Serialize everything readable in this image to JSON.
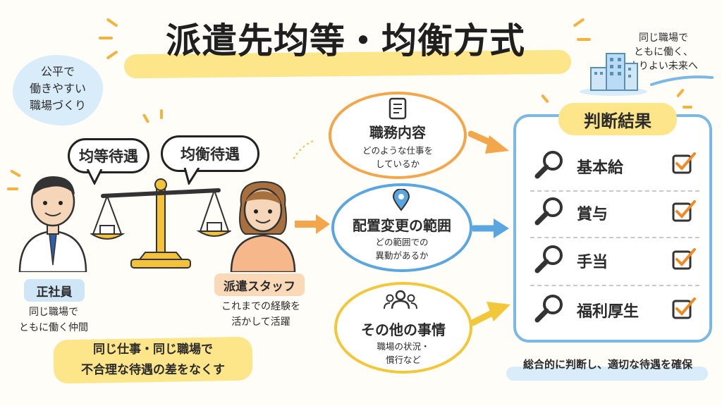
{
  "header": {
    "title": "派遣先均等・均衡方式"
  },
  "notes": {
    "top_left": [
      "公平で",
      "働きやすい",
      "職場づくり"
    ],
    "top_right": [
      "同じ職場で",
      "ともに働く、",
      "よりよい未来へ"
    ]
  },
  "left": {
    "bubble_equal": "均等待遇",
    "bubble_balanced": "均衡待遇",
    "regular": {
      "label": "正社員",
      "desc": [
        "同じ職場で",
        "ともに働く仲間"
      ]
    },
    "dispatch": {
      "label": "派遣スタッフ",
      "desc": [
        "これまでの経験を",
        "活かして活躍"
      ]
    },
    "bottom_message": [
      "同じ仕事・同じ職場で",
      "不合理な待遇の差をなくす"
    ]
  },
  "factors": [
    {
      "title": "職務内容",
      "desc": [
        "どのような仕事を",
        "しているか"
      ],
      "color": "#f4a64a",
      "icon": "document-icon"
    },
    {
      "title": "配置変更の範囲",
      "desc": [
        "どの範囲での",
        "異動があるか"
      ],
      "color": "#5aa6e0",
      "icon": "location-pin-icon"
    },
    {
      "title": "その他の事情",
      "desc": [
        "職場の状況・",
        "慣行など"
      ],
      "color": "#f3c73a",
      "icon": "people-icon"
    }
  ],
  "result": {
    "title": "判断結果",
    "items": [
      "基本給",
      "賞与",
      "手当",
      "福利厚生"
    ],
    "footer": "総合的に判断し、適切な待遇を確保"
  },
  "colors": {
    "accent_yellow": "#fde58a",
    "accent_blue": "#7bb8e3",
    "accent_orange": "#f4a64a",
    "check_orange": "#f08a24"
  }
}
